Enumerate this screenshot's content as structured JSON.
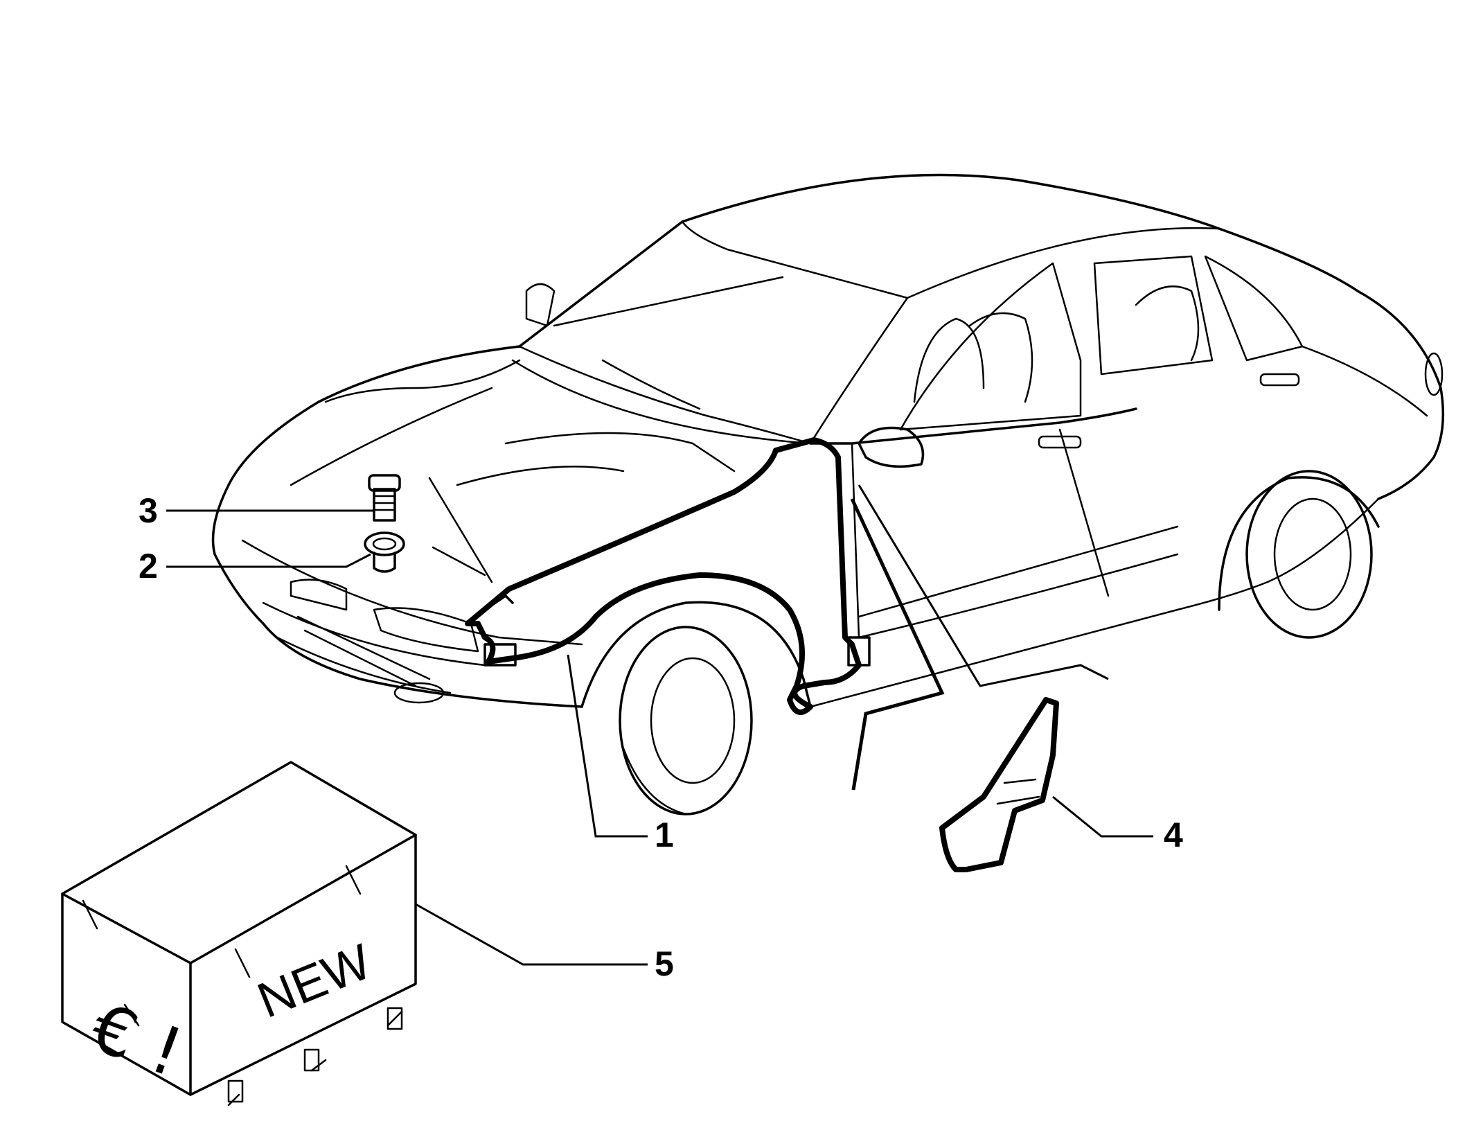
{
  "diagram": {
    "callouts": [
      {
        "id": "1",
        "label": "1"
      },
      {
        "id": "2",
        "label": "2"
      },
      {
        "id": "3",
        "label": "3"
      },
      {
        "id": "4",
        "label": "4"
      },
      {
        "id": "5",
        "label": "5"
      }
    ],
    "box_labels": {
      "main": "NEW",
      "symbol": "€ !"
    }
  }
}
